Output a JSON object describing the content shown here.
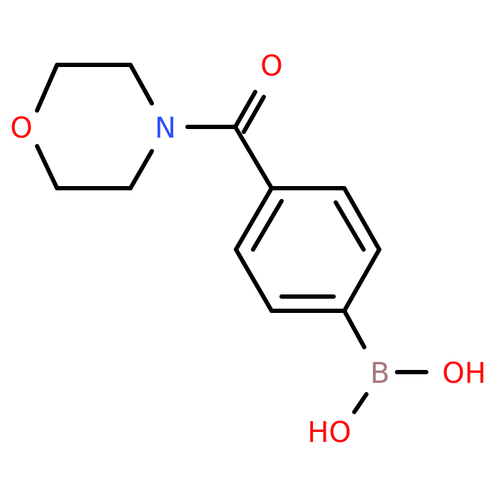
{
  "colors": {
    "bond": "#000000",
    "oxygen": "#ff0d0d",
    "nitrogen": "#3050f8",
    "boron": "#a57a7a"
  },
  "atoms": {
    "morpholine_oxygen": {
      "label": "O",
      "element": "oxygen"
    },
    "morpholine_nitrogen": {
      "label": "N",
      "element": "nitrogen"
    },
    "carbonyl_oxygen": {
      "label": "O",
      "element": "oxygen"
    },
    "boron": {
      "label": "B",
      "element": "boron"
    },
    "hydroxyl_right": {
      "label": "OH",
      "element": "oxygen"
    },
    "hydroxyl_bottom": {
      "label": "HO",
      "element": "oxygen"
    }
  }
}
